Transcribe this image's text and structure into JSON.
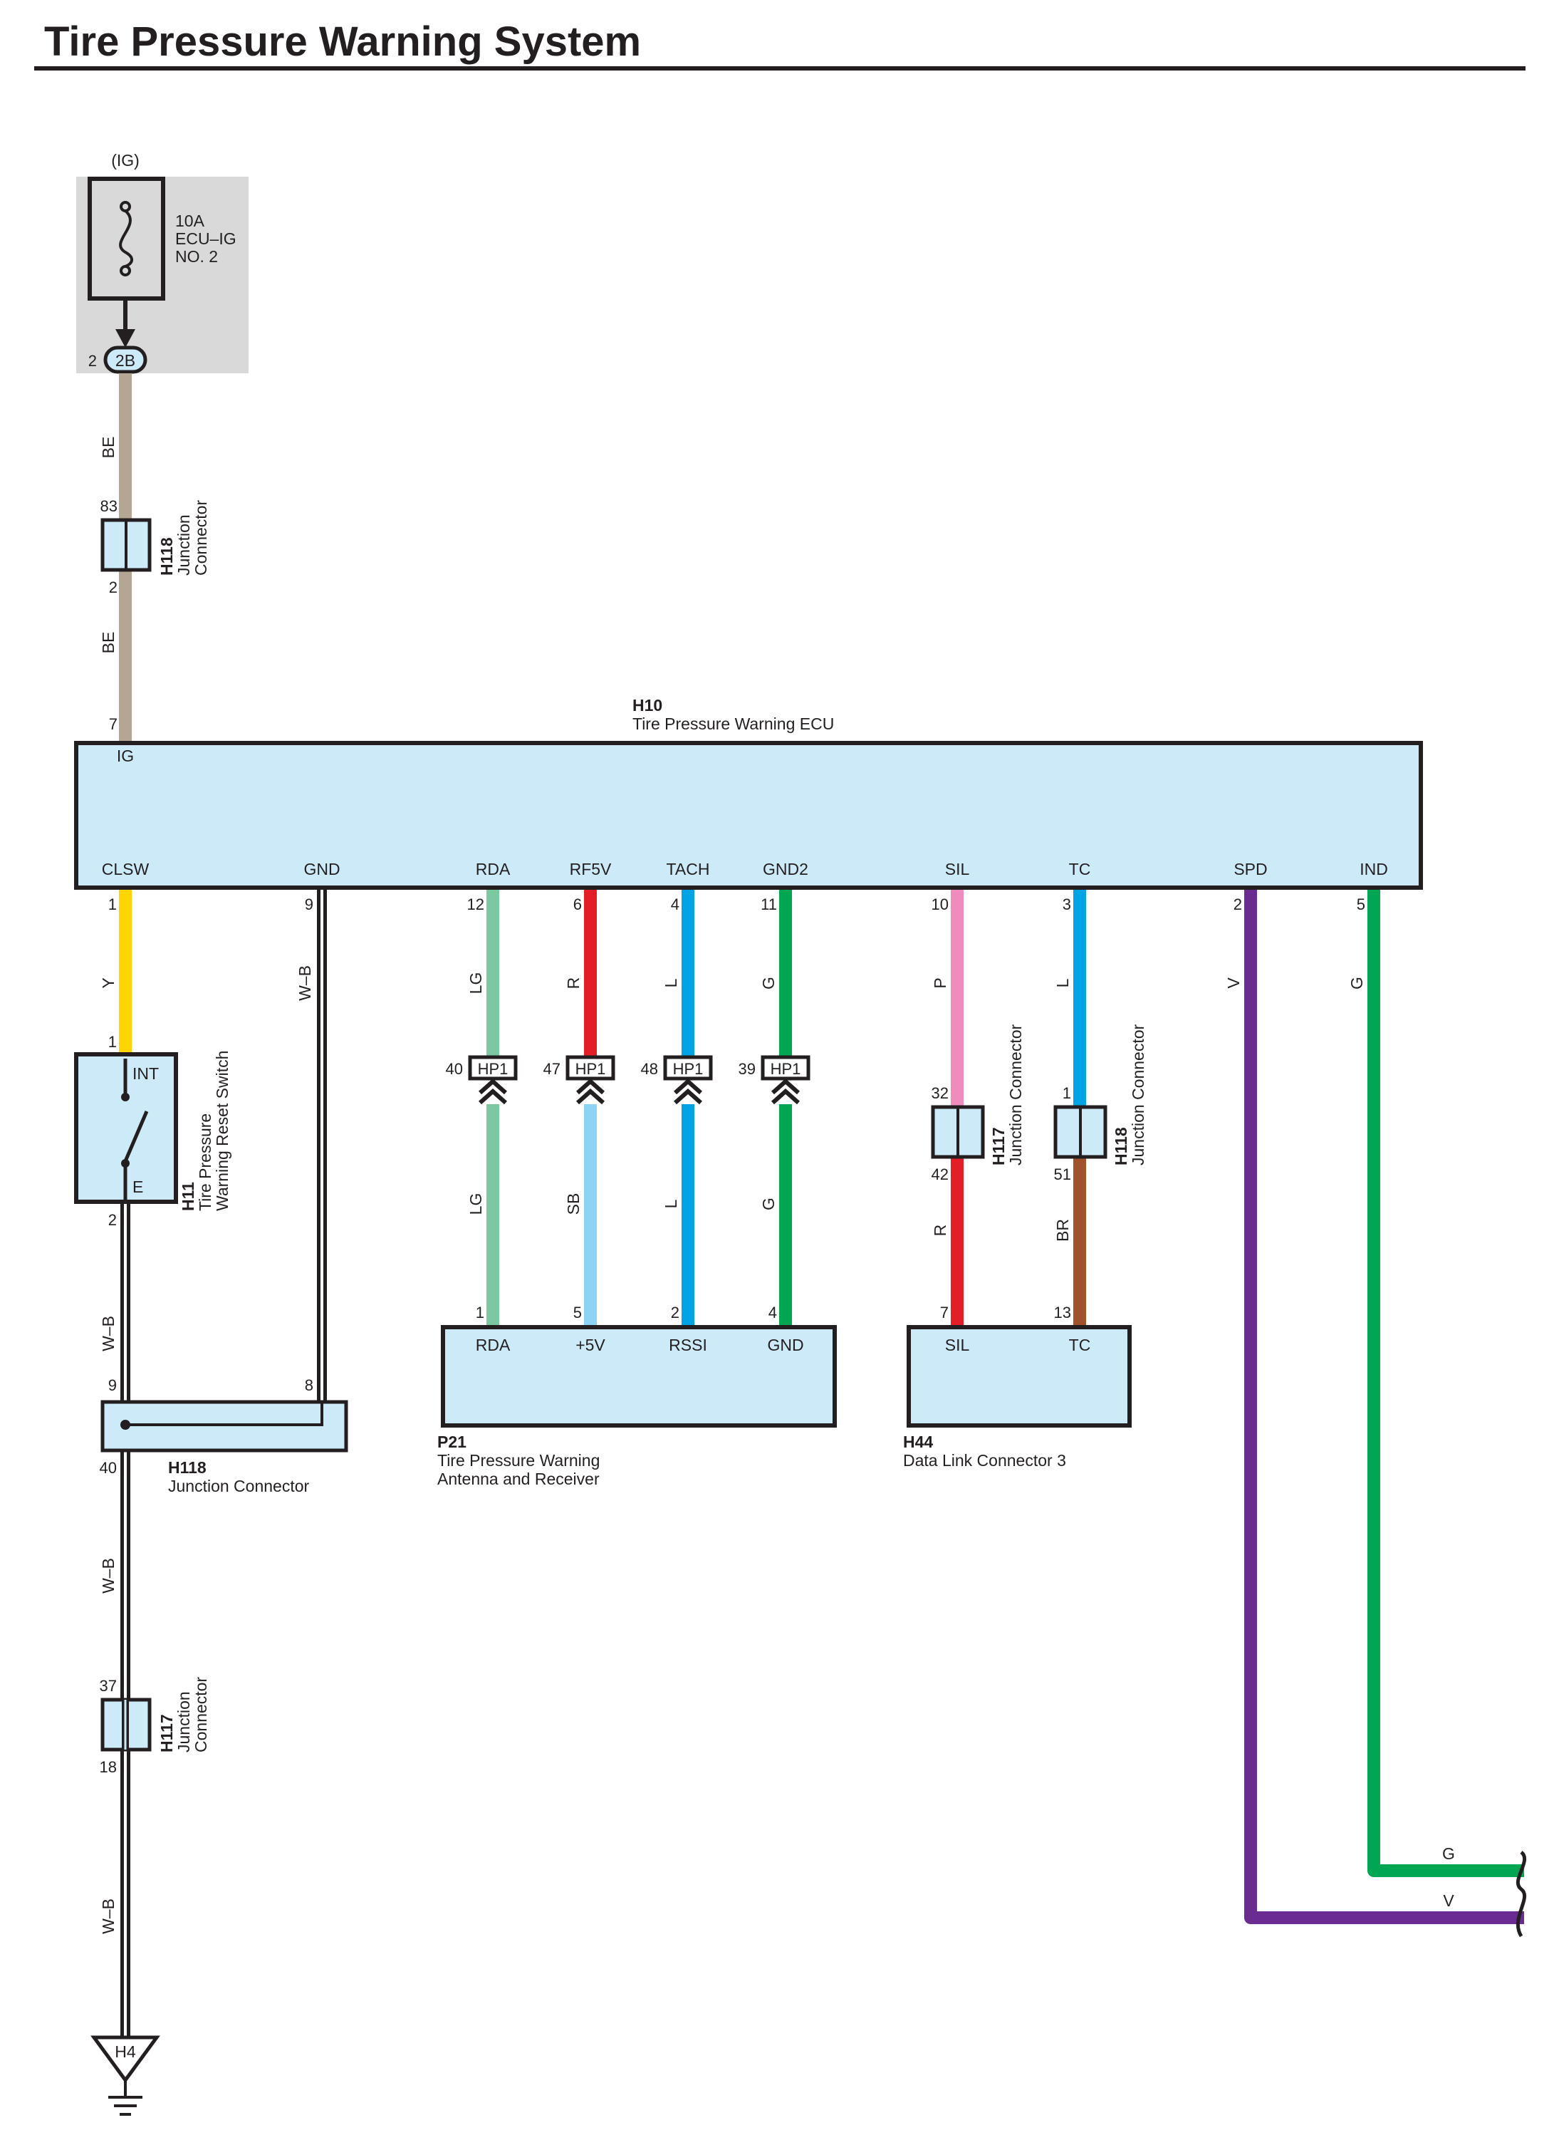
{
  "title": "Tire Pressure Warning System",
  "fuse": {
    "ig_label": "(IG)",
    "rating": "10A",
    "name": "ECU–IG",
    "number": "NO. 2",
    "connector": "2B",
    "pin": "2"
  },
  "wire_colors": {
    "BE": "#b5a593",
    "Y": "#ffd500",
    "WB": "#231f20",
    "LG": "#7cc8a0",
    "R": "#e41e26",
    "SB": "#8dd3f5",
    "L": "#00a4e4",
    "G": "#00a651",
    "P": "#f08bbd",
    "BR": "#a0522d",
    "V": "#6b2c91"
  },
  "colors": {
    "box_fill": "#cdeaf9",
    "fuse_bg": "#d9d9d9",
    "outline": "#231f20"
  },
  "wires": {
    "be_top": "BE",
    "be_bottom": "BE",
    "y": "Y",
    "wb_gnd": "W–B",
    "wb_1": "W–B",
    "wb_2": "W–B",
    "wb_3": "W–B",
    "rda_top": "LG",
    "rda_bottom": "LG",
    "rf5v_top": "R",
    "rf5v_bottom": "SB",
    "tach_top": "L",
    "tach_bottom": "L",
    "gnd2_top": "G",
    "gnd2_bottom": "G",
    "sil_top": "P",
    "sil_bottom": "R",
    "tc_top": "L",
    "tc_bottom": "BR",
    "spd": "V",
    "ind": "G",
    "out_g": "G",
    "out_v": "V"
  },
  "h118_top": {
    "code": "H118",
    "name": "Junction",
    "name2": "Connector",
    "pin_top": "83",
    "pin_bottom": "2"
  },
  "ecu": {
    "code": "H10",
    "name": "Tire Pressure Warning ECU",
    "ig": "IG",
    "ig_pin": "7",
    "terminals": [
      "CLSW",
      "GND",
      "RDA",
      "RF5V",
      "TACH",
      "GND2",
      "SIL",
      "TC",
      "SPD",
      "IND"
    ],
    "pins": [
      "1",
      "9",
      "12",
      "6",
      "4",
      "11",
      "10",
      "3",
      "2",
      "5"
    ]
  },
  "hp1": {
    "label": "HP1",
    "pins": [
      "40",
      "47",
      "48",
      "39"
    ]
  },
  "switch": {
    "code": "H11",
    "name1": "Tire Pressure",
    "name2": "Warning Reset Switch",
    "int": "INT",
    "e": "E",
    "pin_top": "1",
    "pin_bottom": "2"
  },
  "h117_sil": {
    "code": "H117",
    "name": "Junction Connector",
    "pin_top": "32",
    "pin_bottom": "42"
  },
  "h118_tc": {
    "code": "H118",
    "name": "Junction Connector",
    "pin_top": "1",
    "pin_bottom": "51"
  },
  "p21": {
    "code": "P21",
    "name1": "Tire Pressure Warning",
    "name2": "Antenna and Receiver",
    "terminals": [
      "RDA",
      "+5V",
      "RSSI",
      "GND"
    ],
    "pins": [
      "1",
      "5",
      "2",
      "4"
    ]
  },
  "h44": {
    "code": "H44",
    "name": "Data Link Connector 3",
    "terminals": [
      "SIL",
      "TC"
    ],
    "pins": [
      "7",
      "13"
    ]
  },
  "h118_gnd": {
    "code": "H118",
    "name": "Junction Connector",
    "pin_left": "9",
    "pin_right": "8",
    "pin_bottom": "40"
  },
  "h117_gnd": {
    "code": "H117",
    "name": "Junction",
    "name2": "Connector",
    "pin_top": "37",
    "pin_bottom": "18"
  },
  "ground": {
    "code": "H4"
  }
}
